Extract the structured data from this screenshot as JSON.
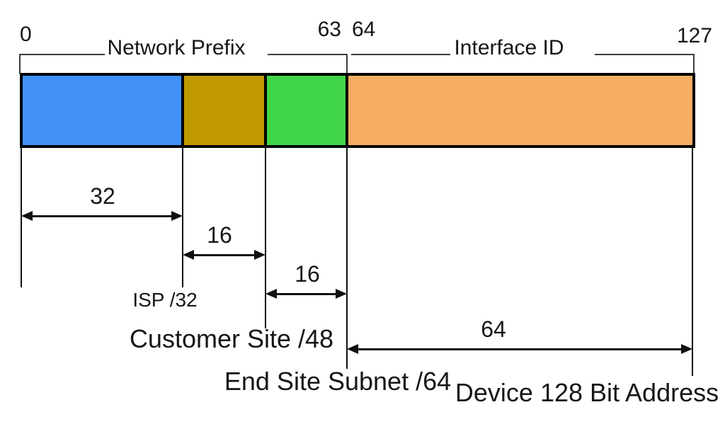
{
  "bit_scale": {
    "start": "0",
    "prefix_end": "63",
    "interface_start": "64",
    "end": "127"
  },
  "sections": {
    "network_prefix": "Network Prefix",
    "interface_id": "Interface ID"
  },
  "segment_colors": {
    "isp_block": "#4190F7",
    "customer_site_block": "#C19A00",
    "end_site_subnet_block": "#41D54A",
    "interface_id_block": "#F6AD64"
  },
  "measures": [
    {
      "value": "32",
      "label": "ISP /32"
    },
    {
      "value": "16",
      "label": "Customer Site /48"
    },
    {
      "value": "16",
      "label": "End Site Subnet /64"
    },
    {
      "value": "64",
      "label": "Device 128 Bit Address"
    }
  ]
}
